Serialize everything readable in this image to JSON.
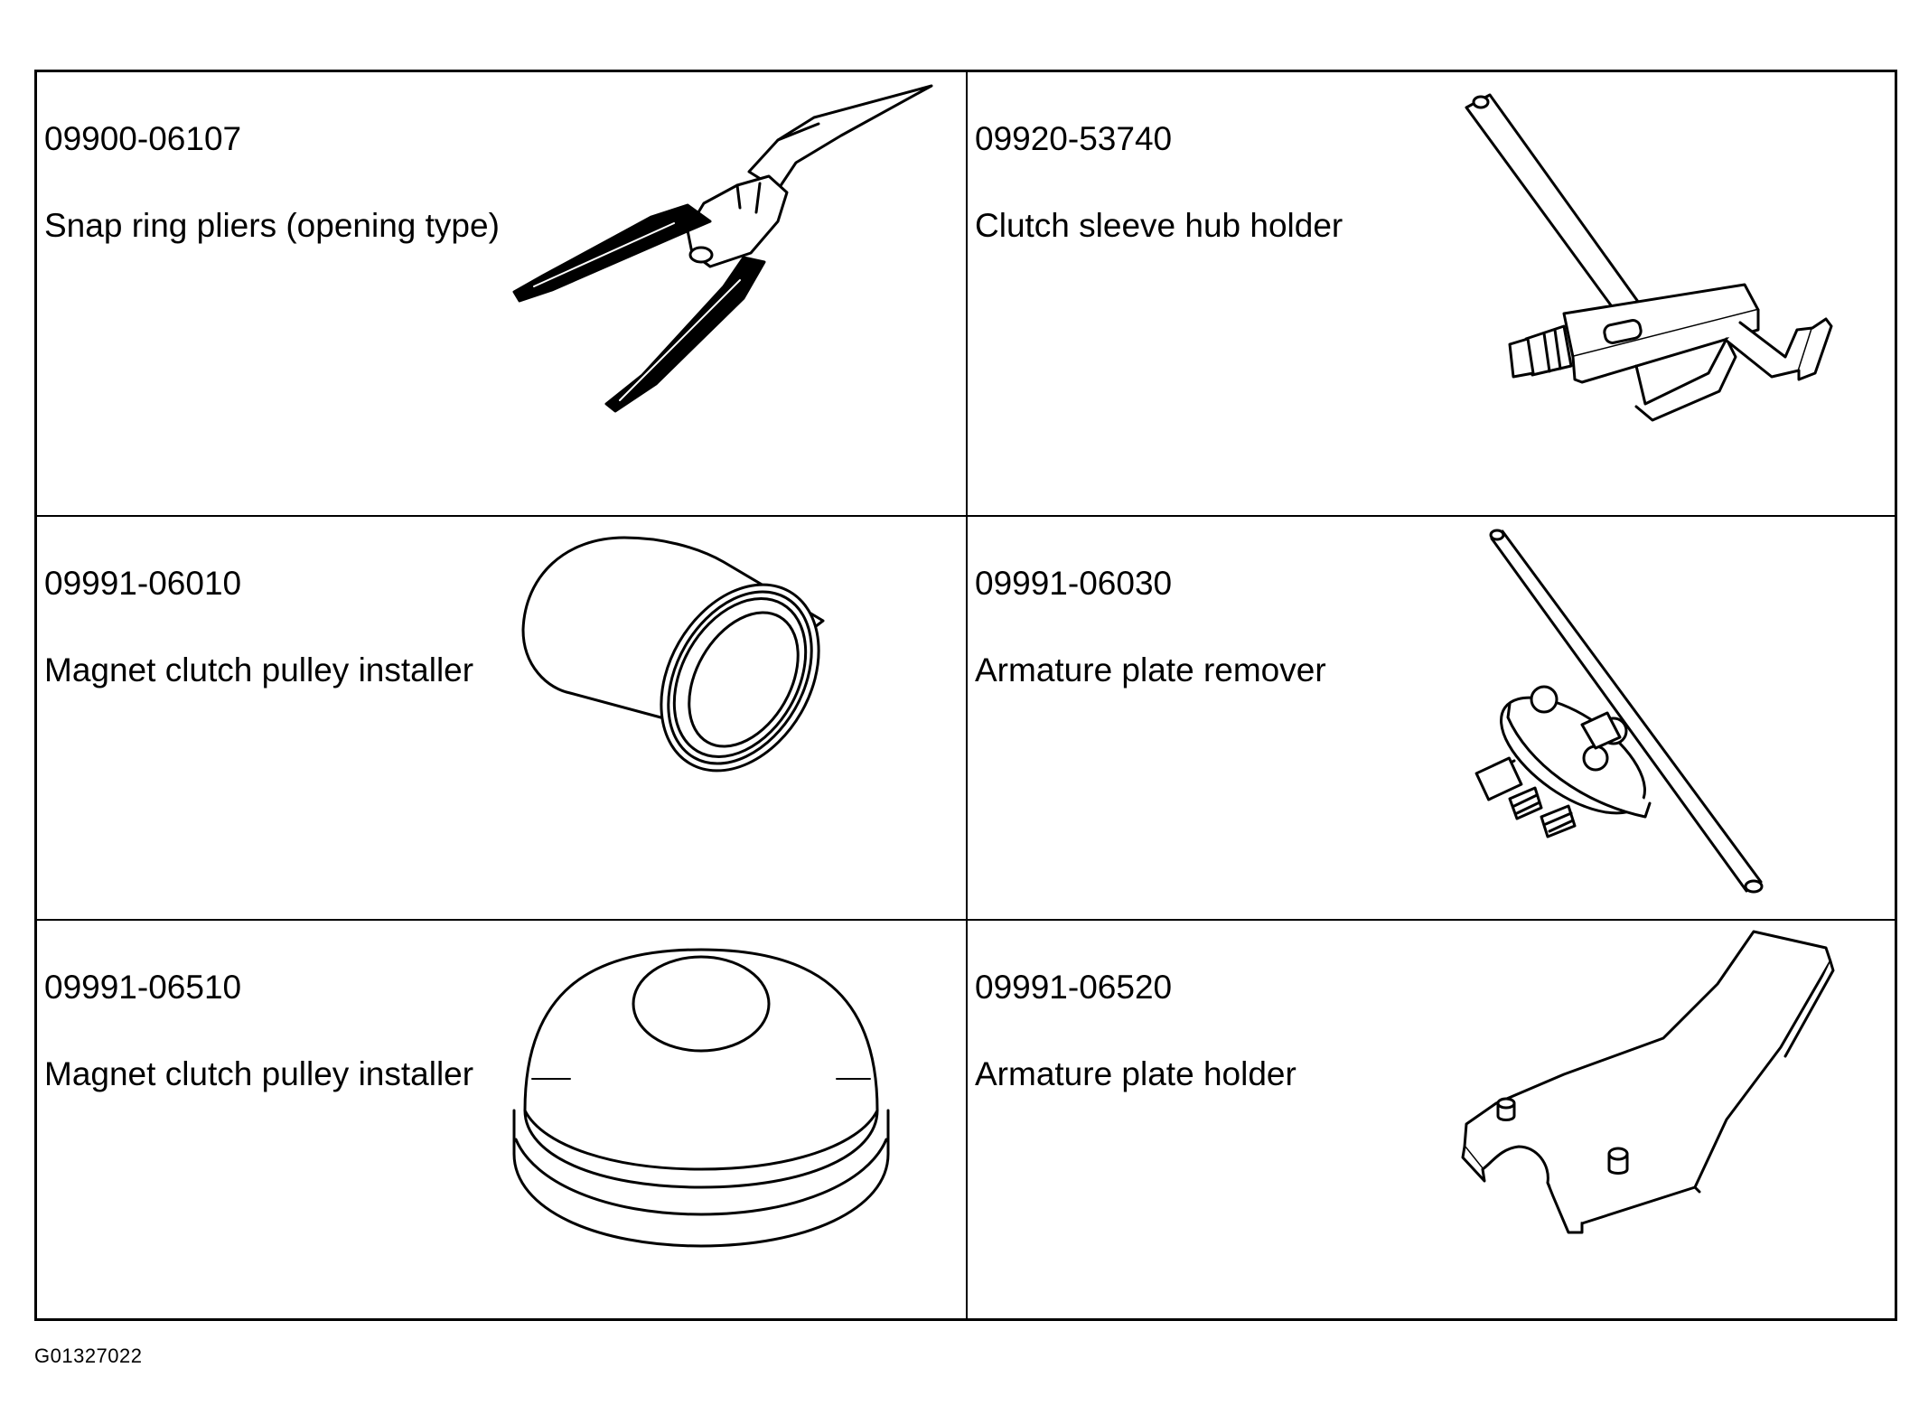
{
  "tools": [
    {
      "part_number": "09900-06107",
      "name": "Snap ring pliers (opening type)",
      "icon": "snap-ring-pliers-icon"
    },
    {
      "part_number": "09920-53740",
      "name": "Clutch sleeve hub holder",
      "icon": "hub-holder-icon"
    },
    {
      "part_number": "09991-06010",
      "name": "Magnet clutch pulley installer",
      "icon": "pulley-installer-cylinder-icon"
    },
    {
      "part_number": "09991-06030",
      "name": "Armature plate remover",
      "icon": "armature-plate-remover-icon"
    },
    {
      "part_number": "09991-06510",
      "name": "Magnet clutch pulley installer",
      "icon": "pulley-installer-cap-icon"
    },
    {
      "part_number": "09991-06520",
      "name": "Armature plate holder",
      "icon": "armature-plate-holder-icon"
    }
  ],
  "figure_id": "G01327022"
}
